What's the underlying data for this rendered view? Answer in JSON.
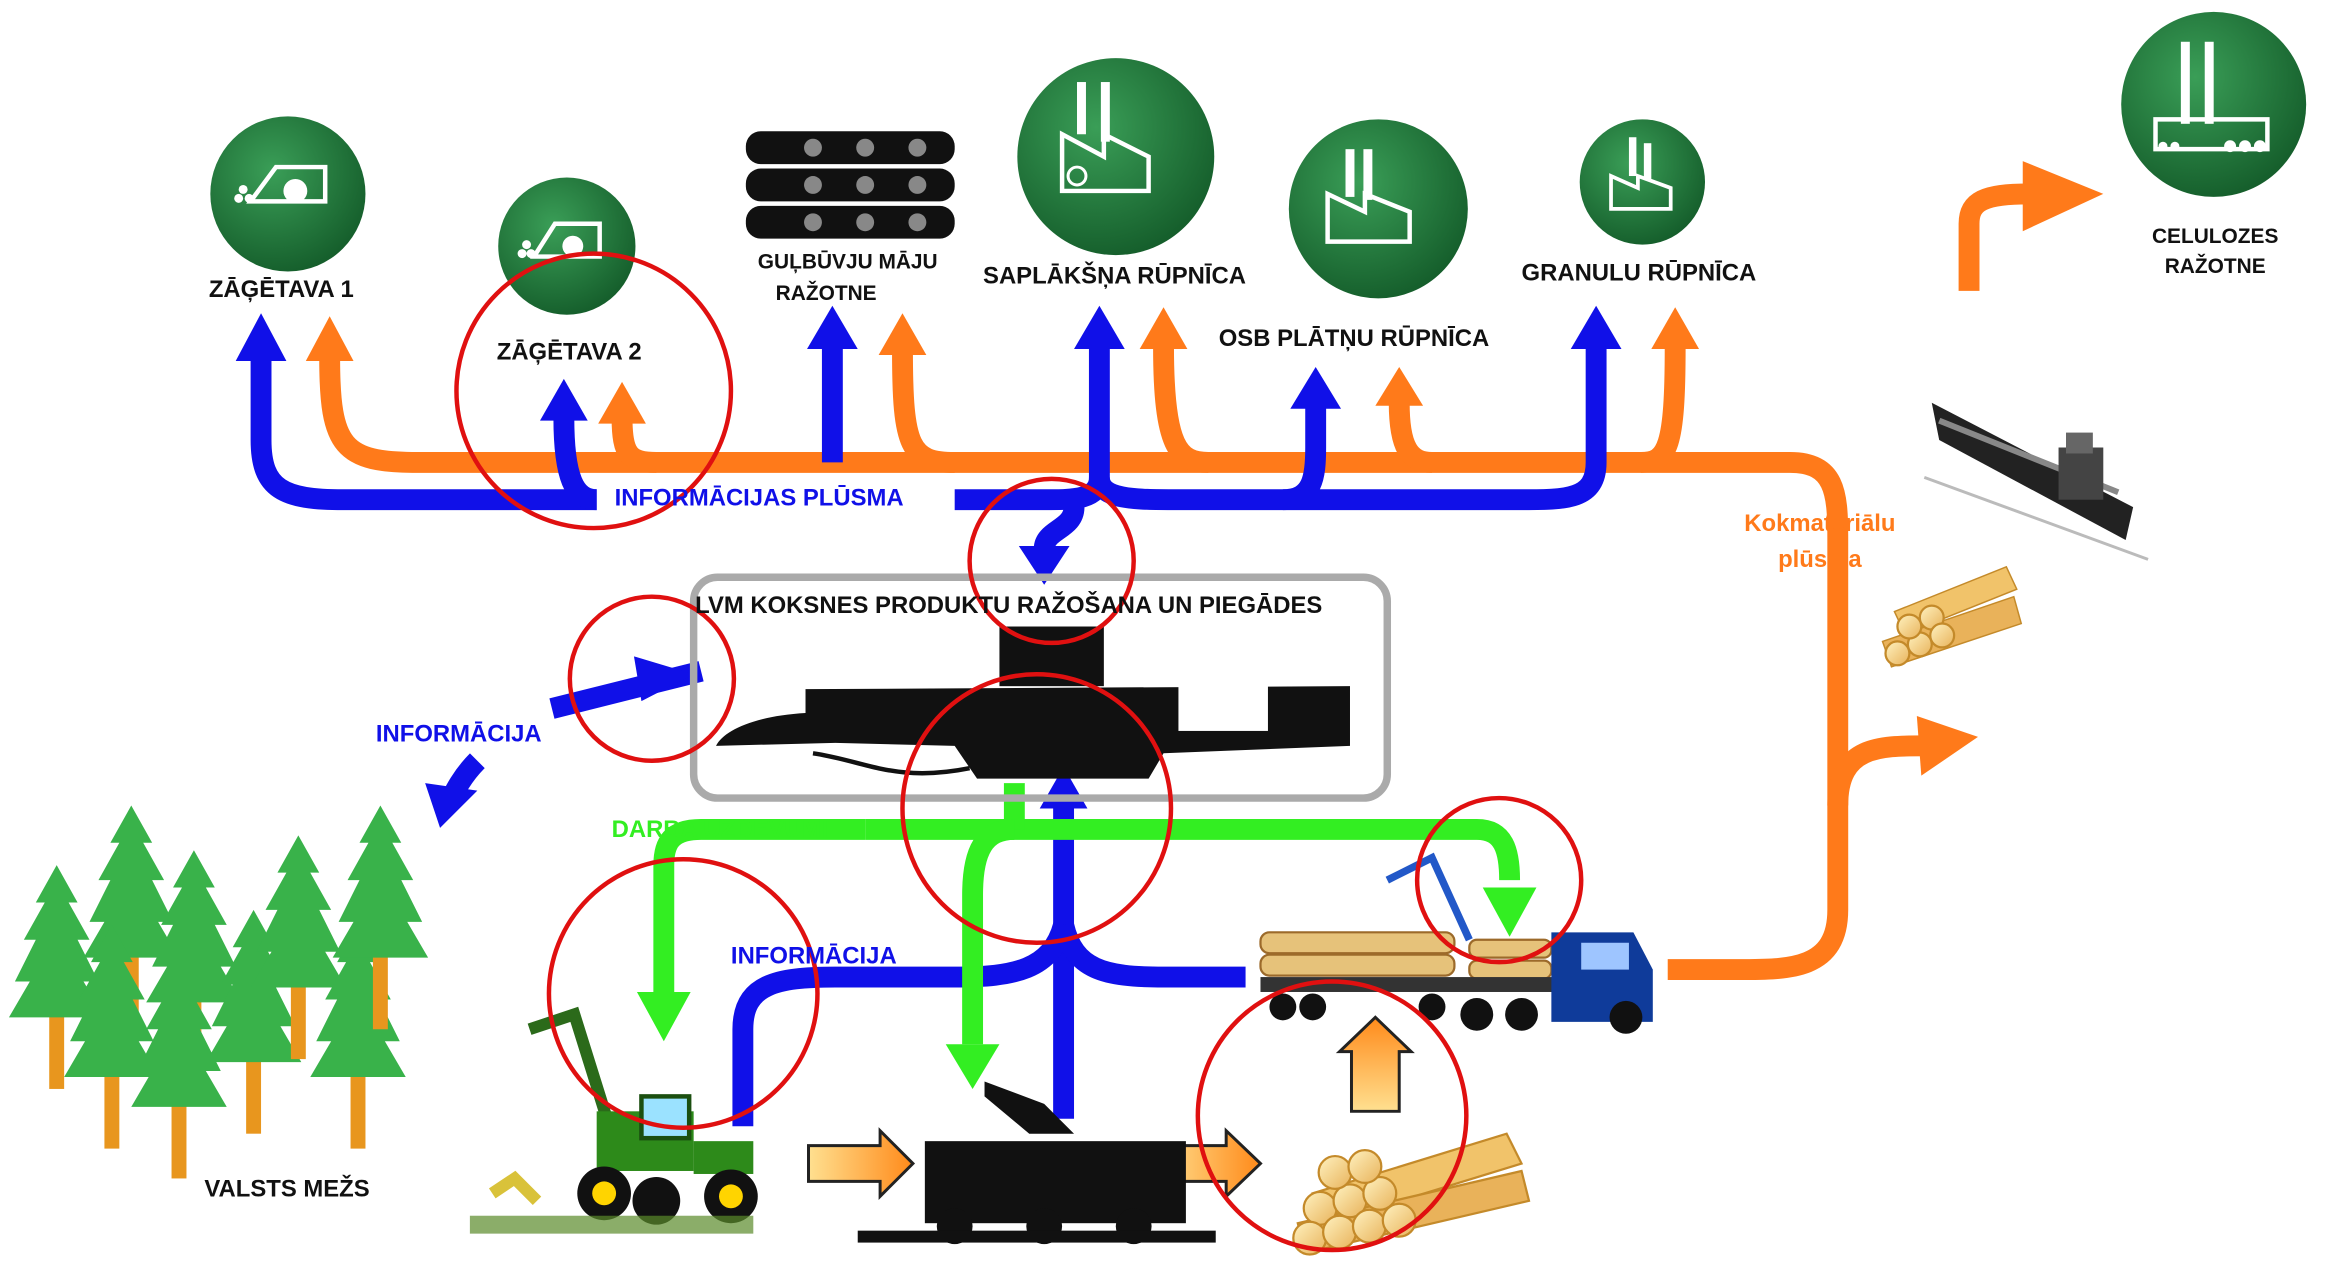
{
  "colors": {
    "factory_green": "#1e7a3c",
    "info_blue": "#1010e8",
    "material_orange": "#ff7a1a",
    "task_green": "#33ee22",
    "highlight_red": "#e01010"
  },
  "facilities": {
    "zagetava1": "ZĀĢĒTAVA 1",
    "zagetava2": "ZĀĢĒTAVA 2",
    "gulbuvju_line1": "GUĻBŪVJU MĀJU",
    "gulbuvju_line2": "RAŽOTNE",
    "saplaksna": "SAPLĀKŠŅA RŪPNĪCA",
    "osb": "OSB PLĀTŅU RŪPNĪCA",
    "granulu": "GRANULU RŪPNĪCA",
    "celulozes_line1": "CELULOZES",
    "celulozes_line2": "RAŽOTNE"
  },
  "center": {
    "title": "LVM KOKSNES PRODUKTU RAŽOŠANA UN PIEGĀDES"
  },
  "flows": {
    "info_flow": "INFORMĀCIJAS PLŪSMA",
    "info_left": "INFORMĀCIJA",
    "info_bottom": "INFORMĀCIJA",
    "tasks": "DARBA UZDEVUMI",
    "material_line1": "Kokmateriālu",
    "material_line2": "plūsma"
  },
  "forest": {
    "label": "VALSTS MEŽS"
  },
  "icons": [
    "sawmill-icon",
    "log-house-icon",
    "plywood-factory-icon",
    "osb-factory-icon",
    "pellet-factory-icon",
    "pulp-mill-icon",
    "ship-icon",
    "log-pile-icon",
    "harvester-icon",
    "forwarder-icon",
    "timber-truck-icon",
    "tree-icon"
  ]
}
